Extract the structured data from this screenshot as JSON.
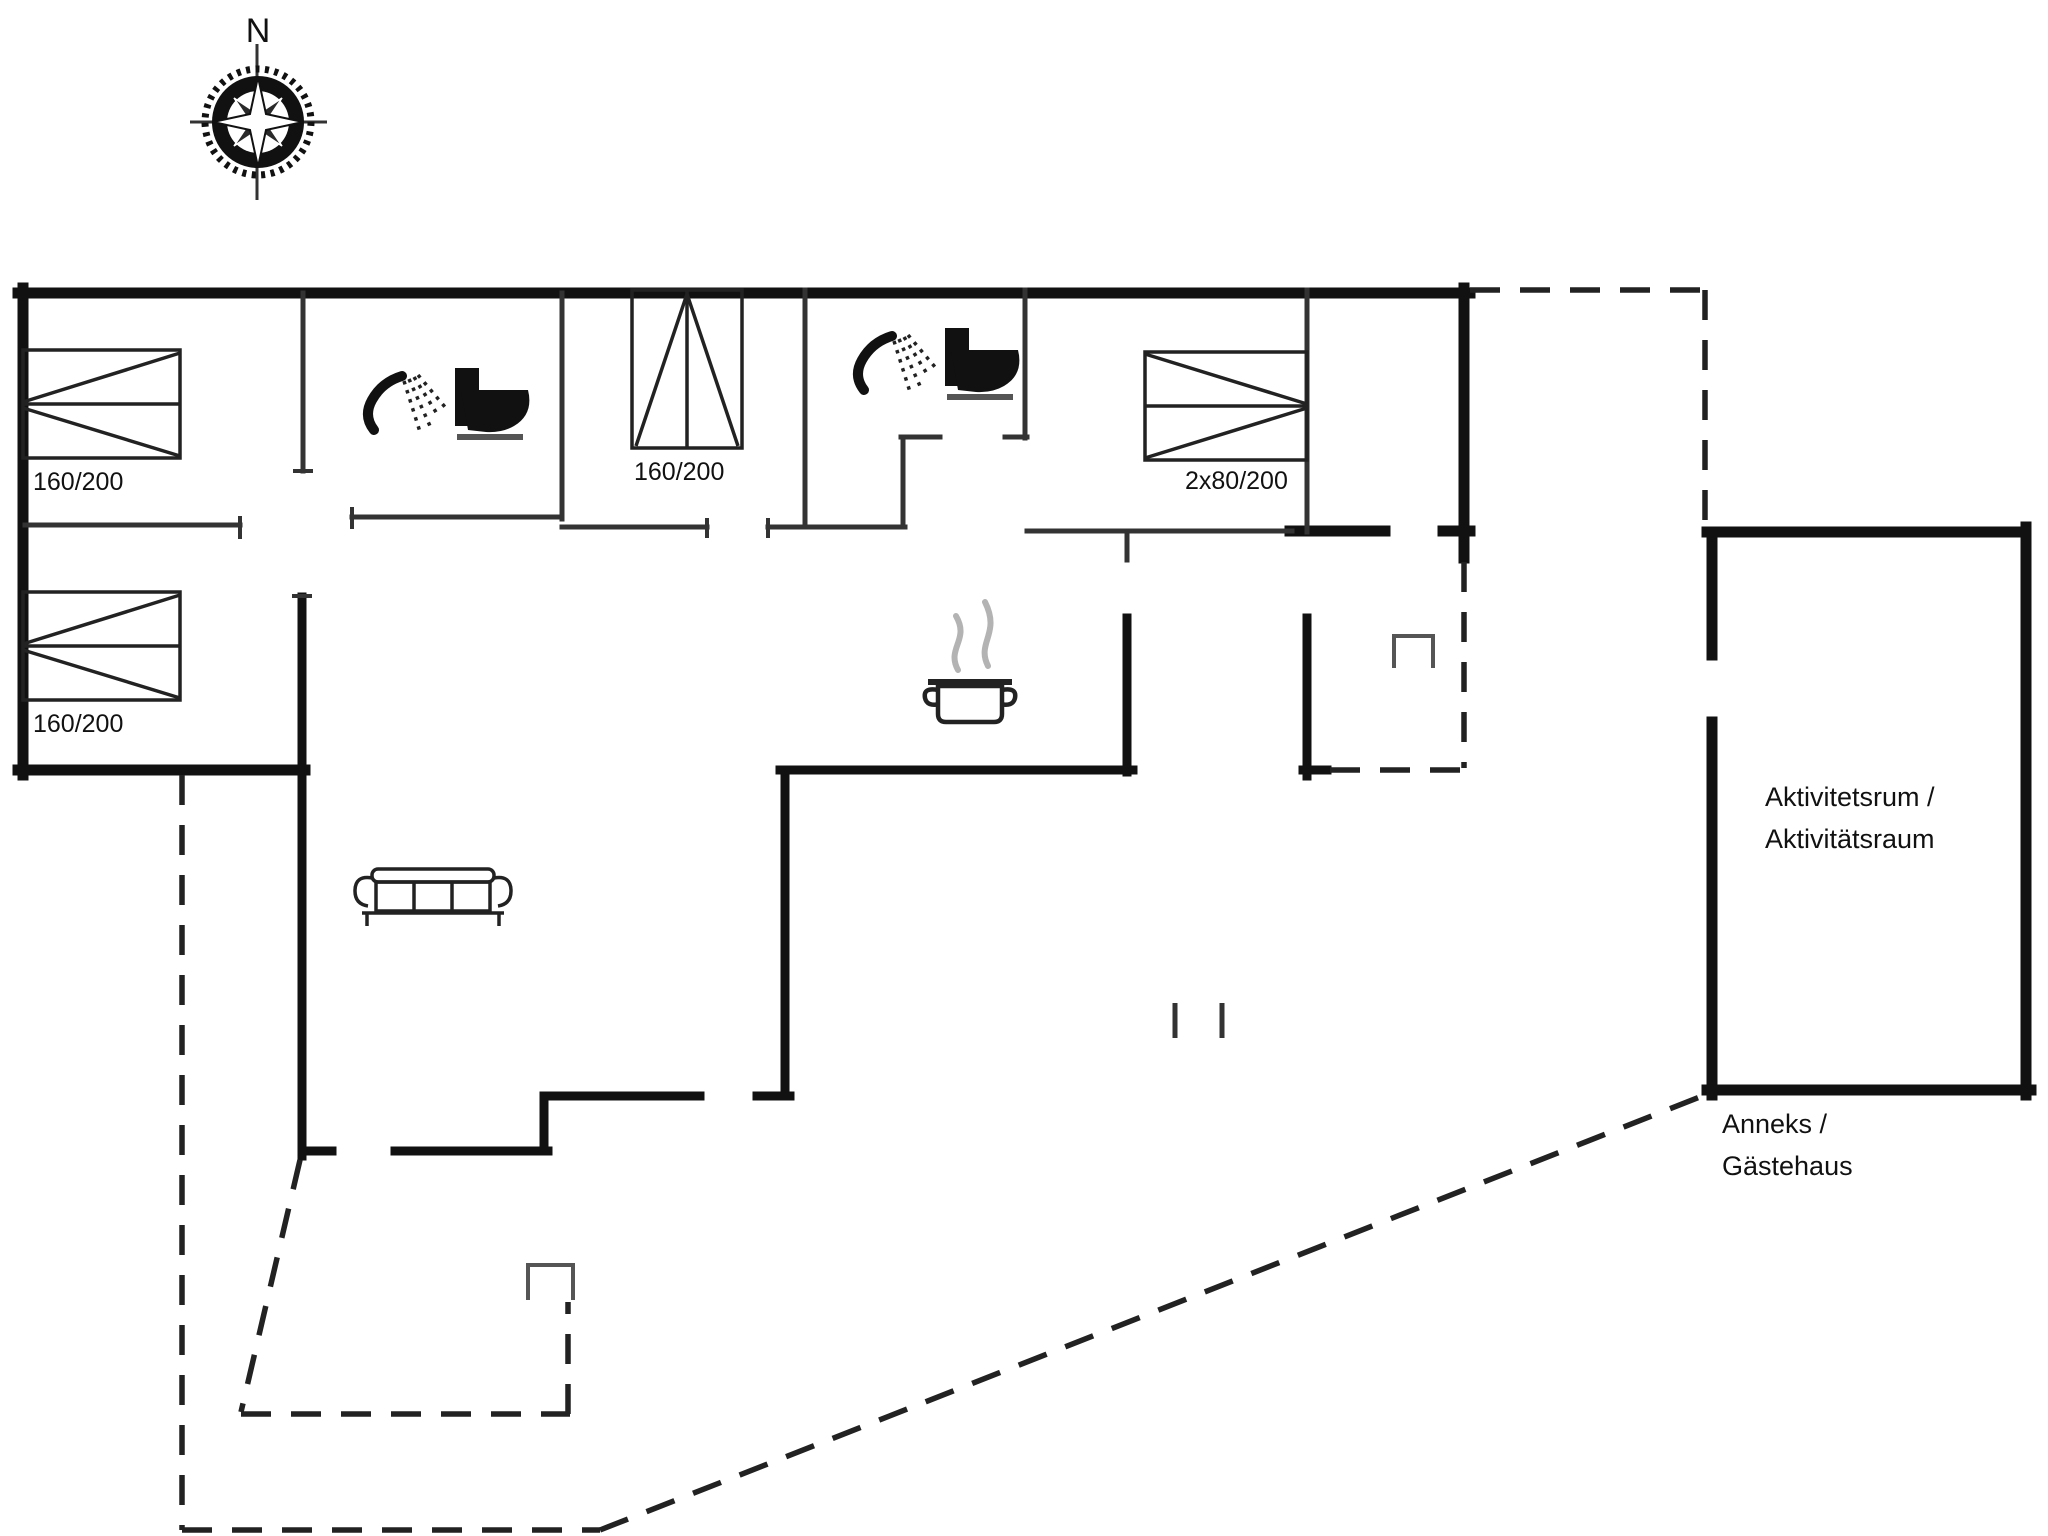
{
  "document": {
    "type": "floor-plan",
    "background": "#ffffff"
  },
  "compass": {
    "north_label": "N"
  },
  "labels": {
    "bed_top_left": "160/200",
    "bed_mid_left": "160/200",
    "bed_small_room": "160/200",
    "bed_double": "2x80/200",
    "activity_room_line1": "Aktivitetsrum /",
    "activity_room_line2": "Aktivitätsraum",
    "annex_line1": "Anneks /",
    "annex_line2": "Gästehaus"
  },
  "icons": {
    "compass": "compass-rose-icon",
    "shower": "shower-icon",
    "toilet": "toilet-icon",
    "pot": "cooking-pot-icon",
    "sofa": "sofa-icon",
    "bed": "double-bed-icon",
    "door_marker": "door-step-marker-icon"
  },
  "colors": {
    "wall": "#111111",
    "thin_wall": "#333333",
    "furniture": "#222222",
    "steam_gray": "#b3b3b3",
    "marker_gray": "#555555",
    "background": "#ffffff"
  }
}
